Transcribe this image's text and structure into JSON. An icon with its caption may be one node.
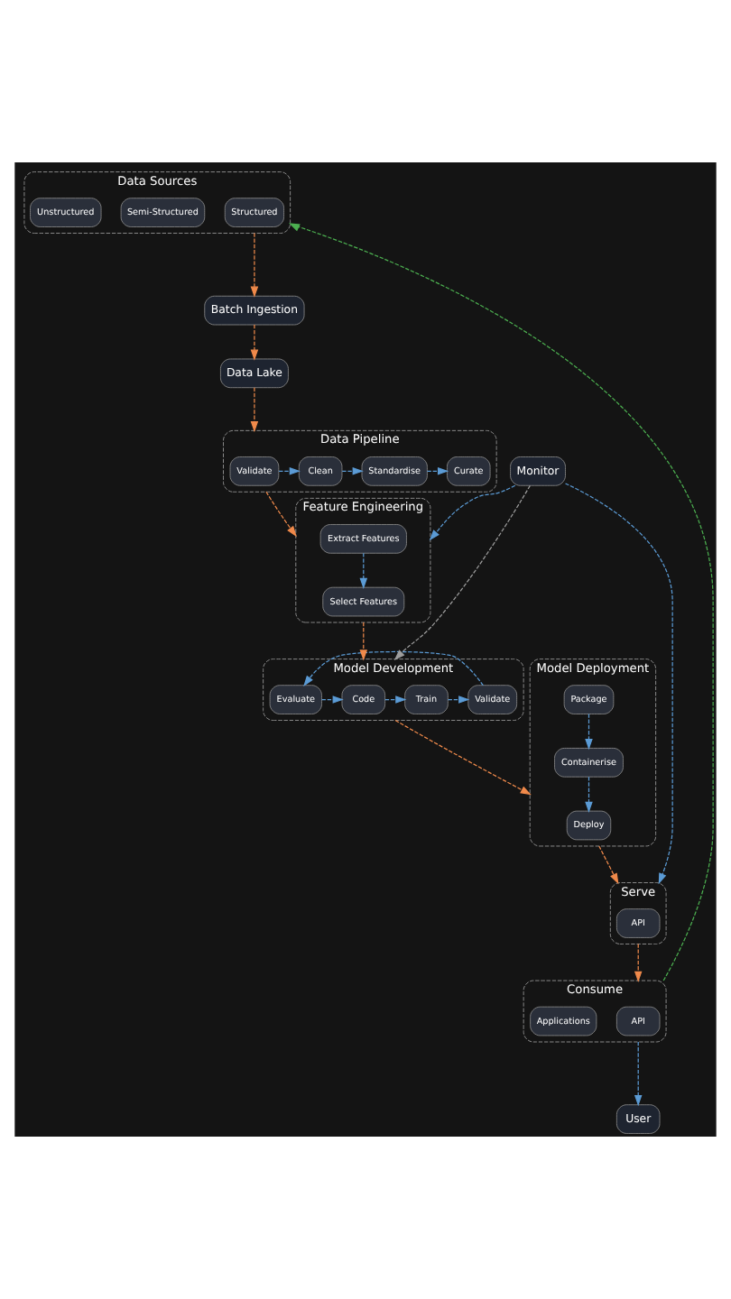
{
  "diagram": {
    "nodes": [
      {
        "text": [
          "Data Sources"
        ]
      },
      {
        "text": [
          "Structured"
        ],
        "in": 0
      },
      {
        "text": [
          "Semi-Structured"
        ],
        "in": 0
      },
      {
        "text": [
          "Unstructured"
        ],
        "in": 0
      },
      {
        "text": [
          "User"
        ]
      },
      {
        "text": [
          "Model Deployment"
        ]
      },
      {
        "text": [
          "Deploy"
        ],
        "in": 5
      },
      {
        "text": [
          "Containerise"
        ],
        "in": 5
      },
      {
        "text": [
          "Package"
        ],
        "in": 5
      },
      {
        "text": [
          "Serve"
        ]
      },
      {
        "text": [
          "API"
        ],
        "in": 9
      },
      {
        "text": [
          "Consume"
        ]
      },
      {
        "text": [
          "API"
        ],
        "in": 11
      },
      {
        "text": [
          "Applications"
        ],
        "in": 11
      },
      {
        "text": [
          "Model Development"
        ]
      },
      {
        "text": [
          "Code"
        ],
        "in": 14
      },
      {
        "text": [
          "Train"
        ],
        "in": 14
      },
      {
        "text": [
          "Validate"
        ],
        "in": 14
      },
      {
        "text": [
          "Evaluate"
        ],
        "in": 14
      },
      {
        "text": [
          "Monitor"
        ]
      },
      {
        "text": [
          "Feature Engineering"
        ]
      },
      {
        "text": [
          "Select Features"
        ],
        "in": 20
      },
      {
        "text": [
          "Extract Features"
        ],
        "in": 20
      },
      {
        "text": [
          "Data Pipeline"
        ]
      },
      {
        "text": [
          "Validate"
        ],
        "in": 23
      },
      {
        "text": [
          "Clean"
        ],
        "in": 23
      },
      {
        "text": [
          "Standardise"
        ],
        "in": 23
      },
      {
        "text": [
          "Curate"
        ],
        "in": 23
      },
      {
        "text": [
          "Batch Ingestion"
        ]
      },
      {
        "text": [
          "Data Lake"
        ]
      }
    ],
    "edges": [
      {
        "from": 0,
        "to": 28,
        "arrow": "to",
        "style": "dashed",
        "color": "#f08a4b"
      },
      {
        "from": 28,
        "to": 29,
        "arrow": "to",
        "style": "dashed",
        "color": "#f08a4b"
      },
      {
        "from": 29,
        "to": 23,
        "arrow": "to",
        "style": "dashed",
        "color": "#f08a4b"
      },
      {
        "from": 24,
        "to": 25,
        "arrow": "to",
        "style": "dashed"
      },
      {
        "from": 25,
        "to": 26,
        "arrow": "to",
        "style": "dashed"
      },
      {
        "from": 26,
        "to": 27,
        "arrow": "to",
        "style": "dashed"
      },
      {
        "from": 23,
        "to": 20,
        "arrow": "to",
        "style": "dashed",
        "color": "#f08a4b"
      },
      {
        "from": 22,
        "to": 21,
        "arrow": "to",
        "style": "dashed"
      },
      {
        "from": 20,
        "to": 14,
        "arrow": "to",
        "style": "dashed",
        "color": "#f08a4b"
      },
      {
        "from": 15,
        "to": 16,
        "arrow": "to",
        "style": "dashed"
      },
      {
        "from": 16,
        "to": 17,
        "arrow": "to",
        "style": "dashed"
      },
      {
        "from": 17,
        "to": 18,
        "arrow": "to",
        "style": "dashed"
      },
      {
        "from": 18,
        "to": 15,
        "arrow": "to",
        "style": "dashed"
      },
      {
        "from": 14,
        "to": 5,
        "arrow": "to",
        "style": "dashed",
        "color": "#f08a4b"
      },
      {
        "from": 8,
        "to": 7,
        "arrow": "to",
        "style": "dashed"
      },
      {
        "from": 7,
        "to": 6,
        "arrow": "to",
        "style": "dashed"
      },
      {
        "from": 5,
        "to": 9,
        "arrow": "to",
        "style": "dashed",
        "color": "#f08a4b"
      },
      {
        "from": 9,
        "to": 11,
        "arrow": "to",
        "style": "dashed",
        "color": "#f08a4b"
      },
      {
        "from": 11,
        "to": 4,
        "arrow": "to",
        "style": "dashed"
      },
      {
        "from": 11,
        "to": 0,
        "arrow": "to",
        "style": "dashed",
        "color": "#4caf50"
      },
      {
        "from": 19,
        "to": 9,
        "arrow": "to",
        "style": "dashed"
      },
      {
        "from": 19,
        "to": 14,
        "arrow": "to",
        "style": "dashed",
        "color": "#9e9e9e"
      },
      {
        "from": 19,
        "to": 20,
        "arrow": "to",
        "style": "dashed"
      }
    ]
  }
}
